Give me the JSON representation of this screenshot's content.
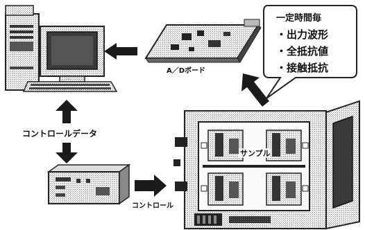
{
  "labels": {
    "ad_board": "A／Dボード",
    "control_data": "コントロールデータ",
    "control": "コントロール",
    "sample": "サンプル"
  },
  "callout": {
    "heading": "一定時間毎",
    "items": [
      "・出力波形",
      "・全抵抗値",
      "・接触抵抗"
    ]
  }
}
